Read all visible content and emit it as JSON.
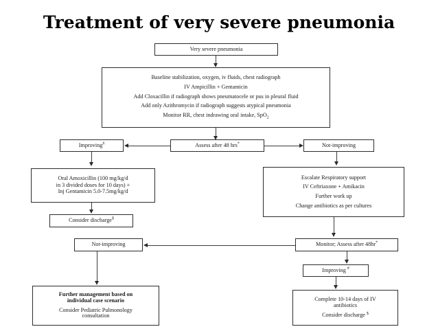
{
  "title": "Treatment of very severe pneumonia",
  "nodes": {
    "very_severe_pneumonia": {
      "lines": [
        "Very severe pneumonia"
      ]
    },
    "baseline": {
      "lines": [
        "Baseline stabilization, oxygen, iv fluids, chest radiograph",
        "IV Ampicillin + Gentamicin",
        "Add Cloxacillin if radiograph shows  pneumatocele or pus in pleural fluid",
        "Add only Azithromycin if radiograph suggests atypical pneumonia",
        "Monitor RR, chest indrawing oral intake, SpO"
      ],
      "spo2_subscript": "2"
    },
    "improving_left": {
      "label": "Improving",
      "marker": "#"
    },
    "assess_48hrs": {
      "label": "Assess after 48 hrs",
      "marker": "*"
    },
    "not_improving_right": {
      "label": "Not-improving"
    },
    "oral_amoxicillin": {
      "lines": [
        "Oral Amoxicillin (100  mg/kg/d",
        "in 3 divided doses for 10 days) +",
        "Inj Gentamicin 5.0-7.5mg/kg/d"
      ]
    },
    "consider_discharge_left": {
      "label": "Consider discharge",
      "marker": "$"
    },
    "escalate": {
      "lines": [
        "Escalate Respiratory support",
        "IV Ceftriaxone + Amikacin",
        "Further work up",
        "Change antibiotics as per cultures"
      ]
    },
    "not_improving_lower": {
      "label": "Not-improving"
    },
    "monitor_assess_48hr": {
      "label": "Monitor; Assess after 48hr",
      "marker": "*"
    },
    "improving_lower": {
      "label": "Improving",
      "marker": "#"
    },
    "further_management": {
      "lines_bold": [
        "Further management based on",
        "individual case scenario"
      ],
      "lines_plain": [
        "Consider Pediatric Pulmonology",
        "consultation"
      ]
    },
    "complete_iv": {
      "lines": [
        "Complete 10-14 days of IV",
        "antibiotics"
      ],
      "discharge_label": "Consider discharge",
      "discharge_marker": "$"
    }
  },
  "colors": {
    "border": "#2b2b2b",
    "connector": "#3a3a3a",
    "text": "#1a1a1a",
    "background": "#ffffff"
  }
}
